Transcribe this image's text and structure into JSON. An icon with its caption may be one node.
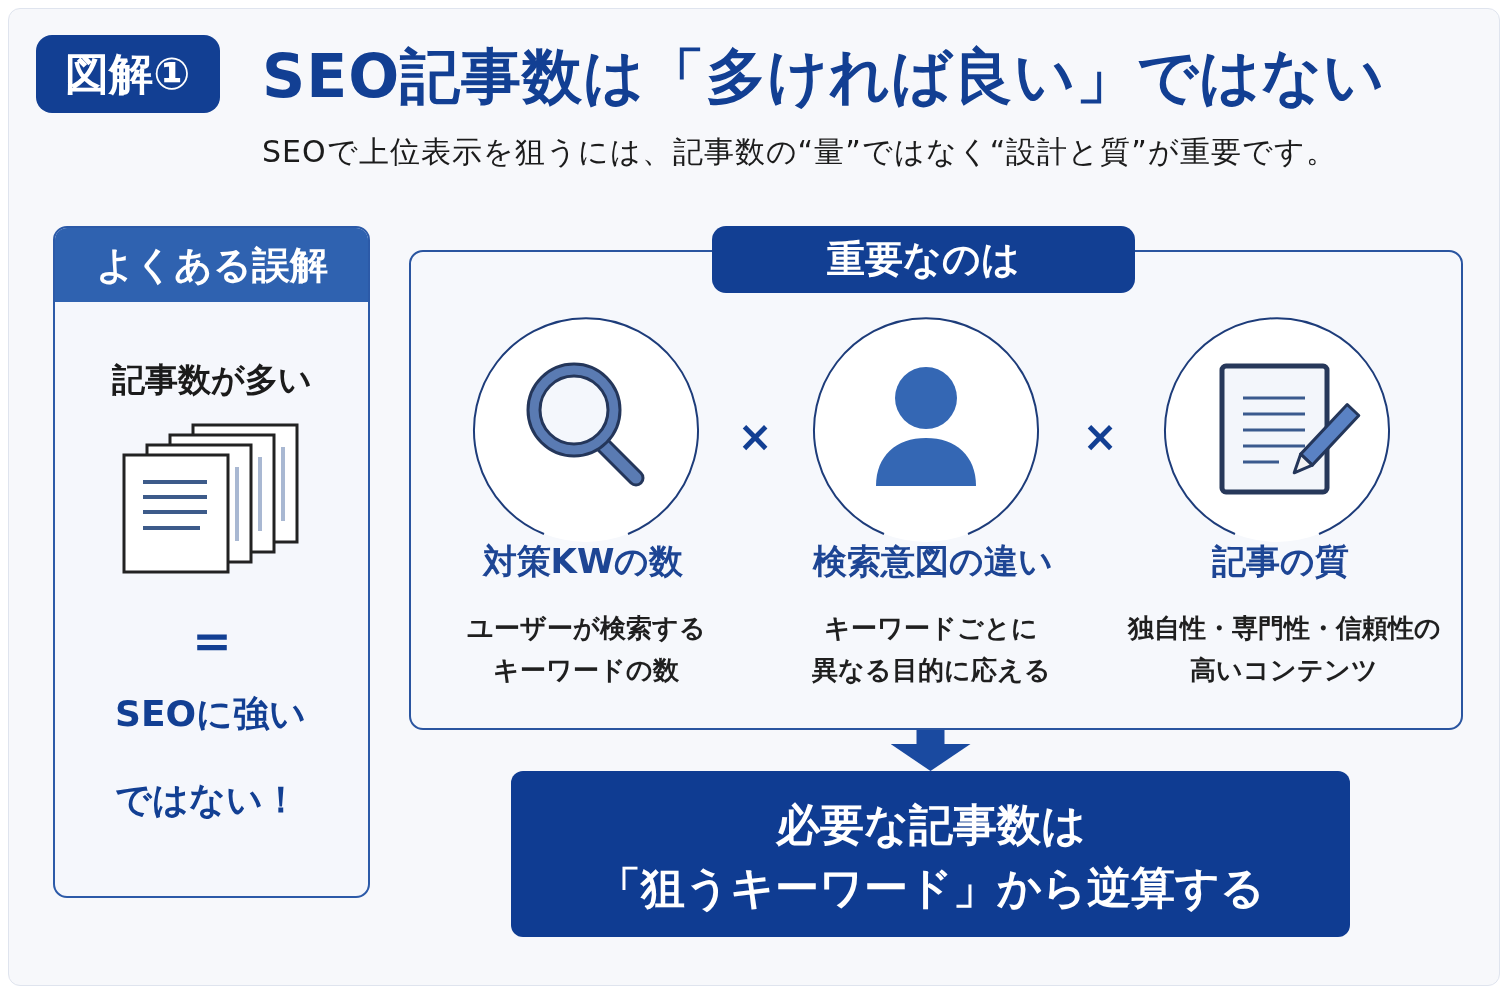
{
  "diagram": {
    "title": "SEO記事数は「多ければ良い」ではない",
    "nodes": [
      {
        "text": [
          "図解①"
        ]
      },
      {
        "text": [
          "よくある誤解",
          "記事数が多い",
          "＝",
          "SEOに強いではない！"
        ]
      },
      {
        "text": [
          "重要なのは"
        ]
      },
      {
        "text": [
          "対策KWの数",
          "ユーザーが検索するキーワードの数"
        ],
        "in": 2
      },
      {
        "text": [
          "検索意図の違い",
          "キーワードごとに異なる目的に応える"
        ],
        "in": 2
      },
      {
        "text": [
          "記事の質",
          "独自性・専門性・信頼性の高いコンテンツ"
        ],
        "in": 2
      },
      {
        "text": [
          "必要な記事数は「狙うキーワード」から逆算する"
        ]
      }
    ],
    "edges": [
      {
        "from": 2,
        "to": 6,
        "arrow": "to"
      }
    ],
    "labels": [
      "SEOで上位表示を狙うには、記事数の“量”ではなく“設計と質”が重要です。",
      "×",
      "×"
    ]
  }
}
